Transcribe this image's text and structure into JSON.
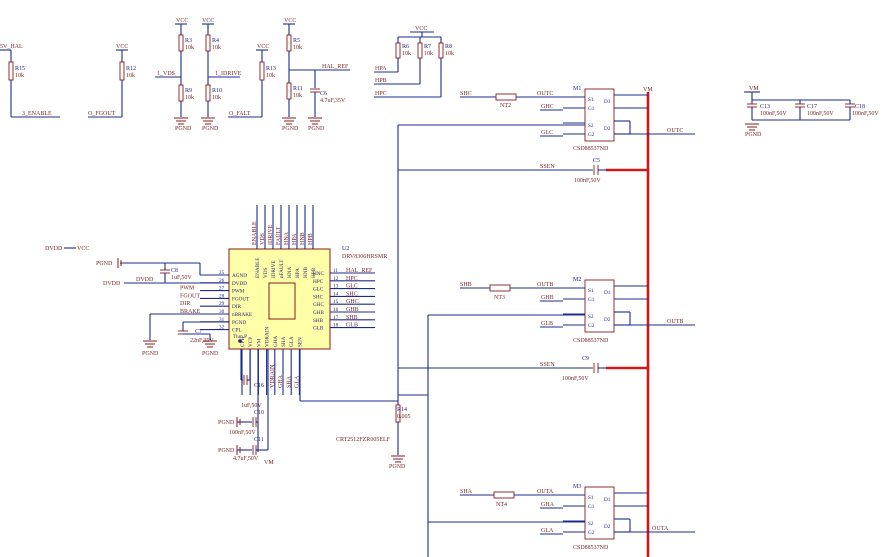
{
  "labels": {
    "hal5v": "5V_HAL",
    "r15": "R15",
    "r15v": "10k",
    "enable": "3_ENABLE",
    "r12": "R12",
    "r12v": "10k",
    "fgout": "O_FGOUT",
    "vcc": "VCC",
    "r3": "R3",
    "r3v": "10k",
    "r4": "R4",
    "r4v": "10k",
    "r9": "R9",
    "r9v": "10k",
    "r10": "R10",
    "r10v": "10k",
    "vds": "1_VDS",
    "idrive": "1_IDRIVE",
    "r13": "R13",
    "r13v": "10k",
    "ofalt": "O_FALT",
    "r5": "R5",
    "r5v": "10k",
    "r11": "R11",
    "r11v": "10k",
    "c6": "C6",
    "c6v": "4.7uF,35V",
    "halref": "HAL_REF",
    "pgnd": "PGND",
    "r6": "R6",
    "r6v": "10k",
    "r7": "R7",
    "r7v": "10k",
    "r8": "R8",
    "r8v": "10k",
    "hpa": "HPA",
    "hpb": "HPB",
    "hpc": "HPC",
    "shc": "SHC",
    "nt2": "NT2",
    "outc": "OUTC",
    "ghc": "GHC",
    "glc": "GLC",
    "m1": "M1",
    "m1p": "CSD88537ND",
    "vm": "VM",
    "s1": "S1",
    "g1": "G1",
    "s2": "S2",
    "g2": "G2",
    "d1": "D1",
    "d2": "D2",
    "ssen": "SSEN",
    "c5": "C5",
    "c5v": "100nF,50V",
    "c13": "C13",
    "c13v": "100nF,50V",
    "c17": "C17",
    "c17v": "100nF,50V",
    "c18": "C18",
    "c18v": "100nF,50V",
    "u2": "U2",
    "u2p": "DRV8306HRSMR",
    "dvdd": "DVDD",
    "c8": "C8",
    "c8v": "1uF,50V",
    "c7": "C7",
    "c7v": "22nF,35V",
    "thrm": "Thm P",
    "shb": "SHB",
    "nt3": "NT3",
    "outb": "OUTB",
    "ghb": "GHB",
    "glb": "GLB",
    "m2": "M2",
    "m2p": "CSD88537ND",
    "c9": "C9",
    "c9v": "100nF,50V",
    "c16": "C16",
    "c16v": "1uF,50V",
    "c10": "C10",
    "c10v": "100nF,50V",
    "c11": "C11",
    "c11v": "4.7uF,50V",
    "r14": "R14",
    "r14v": "0.005",
    "r14p": "CRT2512FZR005ELF",
    "sha": "SHA",
    "nt4": "NT4",
    "outa": "OUTA",
    "gha": "GHA",
    "gla": "GLA",
    "m3": "M3",
    "m3p": "CSD88537ND"
  },
  "ic": {
    "left_pins": [
      "AGND",
      "DVDD",
      "PWM",
      "FGOUT",
      "DIR",
      "nBRAKE",
      "PGND",
      "CPL"
    ],
    "left_nums": [
      "25",
      "26",
      "27",
      "28",
      "29",
      "30",
      "31",
      "32"
    ],
    "right_pins": [
      "HNC",
      "HPC",
      "GLC",
      "SHC",
      "GHC",
      "GHB",
      "SHB",
      "GLB"
    ],
    "right_nums": [
      "11",
      "12",
      "13",
      "14",
      "15",
      "16",
      "17",
      "18"
    ],
    "top_pins": [
      "ENABLE",
      "VDS",
      "IDRIVE",
      "nFAULT",
      "HNA",
      "HPA",
      "HNB",
      "HPB"
    ],
    "bottom_pins": [
      "CPH",
      "VCP",
      "VM",
      "VDRAIN",
      "GHA",
      "SHA",
      "GLA",
      "SEN"
    ],
    "left_nets": [
      "",
      "",
      "PWM",
      "FGOUT",
      "DIR",
      "BRAKE",
      "",
      ""
    ],
    "right_nets": [
      "HAL_REF",
      "HPC",
      "GLC",
      "SHC",
      "GHC",
      "GHB",
      "SHB",
      "GLB"
    ],
    "top_nets": [
      "ENABLE",
      "VDS",
      "IDRIVE",
      "FAULT",
      "HNA",
      "HPA",
      "HNB",
      "HPB"
    ],
    "bottom_nets": [
      "VDRAIN",
      "GHA",
      "SHA",
      "GLA"
    ]
  }
}
